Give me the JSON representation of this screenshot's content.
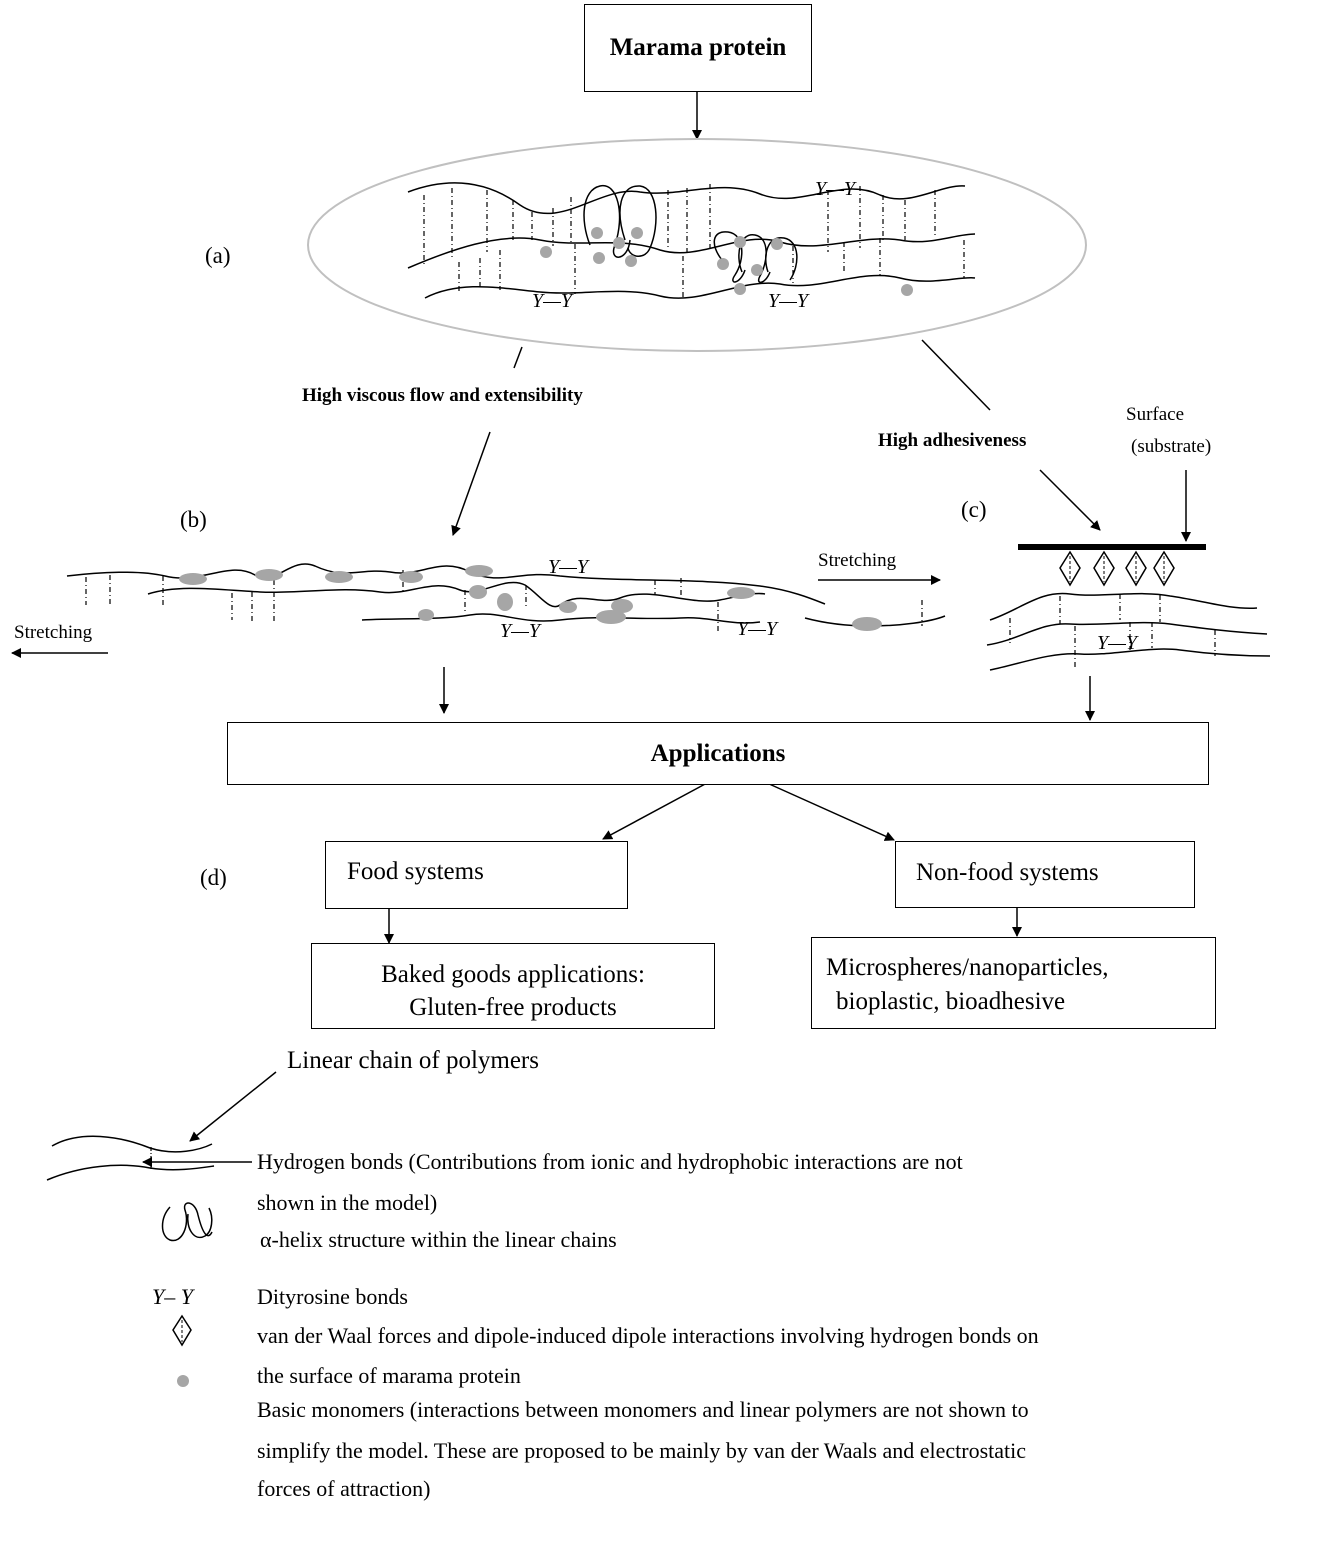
{
  "title_box": {
    "label": "Marama protein"
  },
  "panels": {
    "a": "(a)",
    "b": "(b)",
    "c": "(c)",
    "d": "(d)"
  },
  "bond_label": "Y—Y",
  "properties": {
    "viscous": "High viscous flow and extensibility",
    "adhesive": "High adhesiveness",
    "surface_line1": "Surface",
    "surface_line2": "(substrate)",
    "stretching": "Stretching"
  },
  "applications": {
    "title": "Applications",
    "food": "Food systems",
    "nonfood": "Non-food systems",
    "food_sub_line1": "Baked goods applications:",
    "food_sub_line2": "Gluten-free products",
    "nonfood_sub_line1": "Microspheres/nanoparticles,",
    "nonfood_sub_line2": "bioplastic, bioadhesive"
  },
  "legend": {
    "linear_chain": "Linear chain of polymers",
    "hbond_line1": "Hydrogen bonds (Contributions from ionic and hydrophobic interactions are not",
    "hbond_line2": "shown in the model)",
    "helix": "α-helix structure within the linear chains",
    "dityrosine_symbol": "Y– Y",
    "dityrosine": "Dityrosine bonds",
    "vdw_line1": "van der Waal forces and dipole-induced dipole interactions involving hydrogen bonds on",
    "vdw_line2": "the surface of marama protein",
    "mono_line1": "Basic monomers (interactions between monomers and linear polymers are not shown to",
    "mono_line2": "simplify the model. These are proposed to be mainly by van der Waals and electrostatic",
    "mono_line3": "forces of attraction)"
  },
  "colors": {
    "ink": "#000000",
    "monomer": "#a6a6a6",
    "ellipse_outline": "#c0c0c0"
  }
}
